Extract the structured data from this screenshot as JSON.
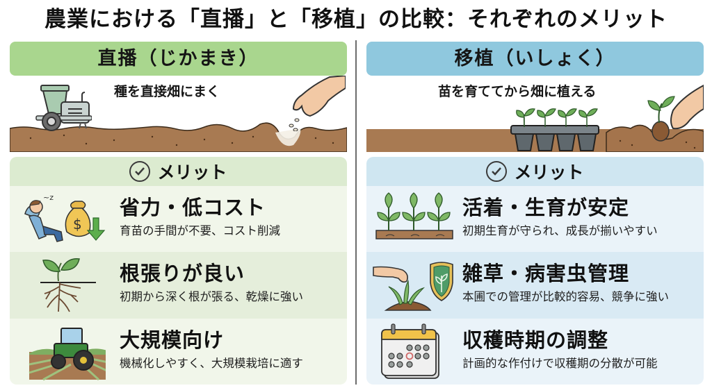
{
  "title": "農業における「直播」と「移植」の比較：それぞれのメリット",
  "colors": {
    "direct_header": "#a9d68e",
    "transplant_header": "#8fc8de",
    "soil": "#a87a52",
    "divider": "#6b6b6b"
  },
  "direct_seeding": {
    "header": "直播（じかまき）",
    "caption": "種を直接畑にまく",
    "scene_icons": [
      "seeder-machine-icon",
      "hand-sowing-seeds-icon",
      "soil-icon"
    ],
    "merit_label": "メリット",
    "merits": [
      {
        "title": "省力・低コスト",
        "desc": "育苗の手間が不要、コスト削減",
        "icon": "relaxing-person-money-bag-down-icon"
      },
      {
        "title": "根張りが良い",
        "desc": "初期から深く根が張る、乾燥に強い",
        "icon": "sprout-roots-icon"
      },
      {
        "title": "大規模向け",
        "desc": "機械化しやすく、大規模栽培に適す",
        "icon": "tractor-field-icon"
      }
    ]
  },
  "transplanting": {
    "header": "移植（いしょく）",
    "caption": "苗を育ててから畑に植える",
    "scene_icons": [
      "seedling-tray-icon",
      "hand-planting-seedling-icon",
      "soil-icon"
    ],
    "merit_label": "メリット",
    "merits": [
      {
        "title": "活着・生育が安定",
        "desc": "初期生育が守られ、成長が揃いやすい",
        "icon": "seedling-row-icon"
      },
      {
        "title": "雑草・病害虫管理",
        "desc": "本圃での管理が比較的容易、競争に強い",
        "icon": "weeding-shield-icon"
      },
      {
        "title": "収穫時期の調整",
        "desc": "計画的な作付けで収穫期の分散が可能",
        "icon": "calendar-icon"
      }
    ]
  }
}
